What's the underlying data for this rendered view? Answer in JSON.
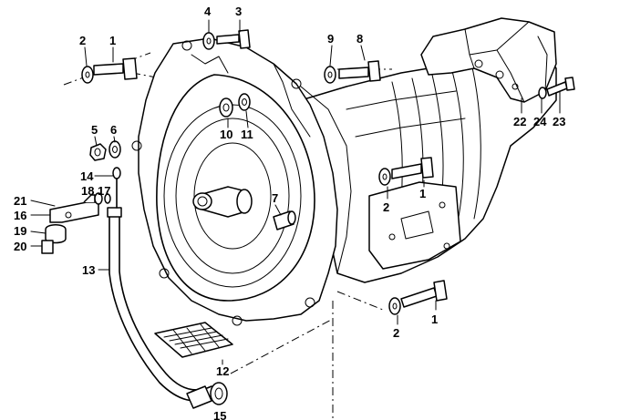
{
  "callouts": [
    {
      "id": "c1a",
      "text": "1"
    },
    {
      "id": "c2a",
      "text": "2"
    },
    {
      "id": "c3",
      "text": "3"
    },
    {
      "id": "c4",
      "text": "4"
    },
    {
      "id": "c5",
      "text": "5"
    },
    {
      "id": "c6",
      "text": "6"
    },
    {
      "id": "c7",
      "text": "7"
    },
    {
      "id": "c8",
      "text": "8"
    },
    {
      "id": "c9",
      "text": "9"
    },
    {
      "id": "c10",
      "text": "10"
    },
    {
      "id": "c11",
      "text": "11"
    },
    {
      "id": "c12",
      "text": "12"
    },
    {
      "id": "c13",
      "text": "13"
    },
    {
      "id": "c14",
      "text": "14"
    },
    {
      "id": "c15",
      "text": "15"
    },
    {
      "id": "c16",
      "text": "16"
    },
    {
      "id": "c17",
      "text": "17"
    },
    {
      "id": "c18",
      "text": "18"
    },
    {
      "id": "c19",
      "text": "19"
    },
    {
      "id": "c20",
      "text": "20"
    },
    {
      "id": "c21",
      "text": "21"
    },
    {
      "id": "c22",
      "text": "22"
    },
    {
      "id": "c23",
      "text": "23"
    },
    {
      "id": "c24",
      "text": "24"
    },
    {
      "id": "c1b",
      "text": "1"
    },
    {
      "id": "c2b",
      "text": "2"
    },
    {
      "id": "c1c",
      "text": "1"
    },
    {
      "id": "c2c",
      "text": "2"
    }
  ]
}
